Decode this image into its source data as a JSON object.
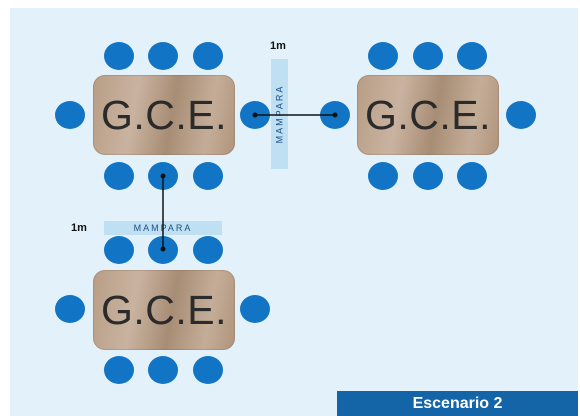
{
  "tables": [
    {
      "label": "G.C.E."
    },
    {
      "label": "G.C.E."
    },
    {
      "label": "G.C.E."
    }
  ],
  "screens": [
    {
      "label": "MAMPARA"
    },
    {
      "label": "MAMPARA"
    }
  ],
  "distances": [
    {
      "label": "1m"
    },
    {
      "label": "1m"
    }
  ],
  "scenario_badge": "Escenario 2",
  "colors": {
    "background": "#e3f2fa",
    "seat": "#1274c4",
    "screen": "#bfe0f3",
    "badge": "#1464a8"
  }
}
